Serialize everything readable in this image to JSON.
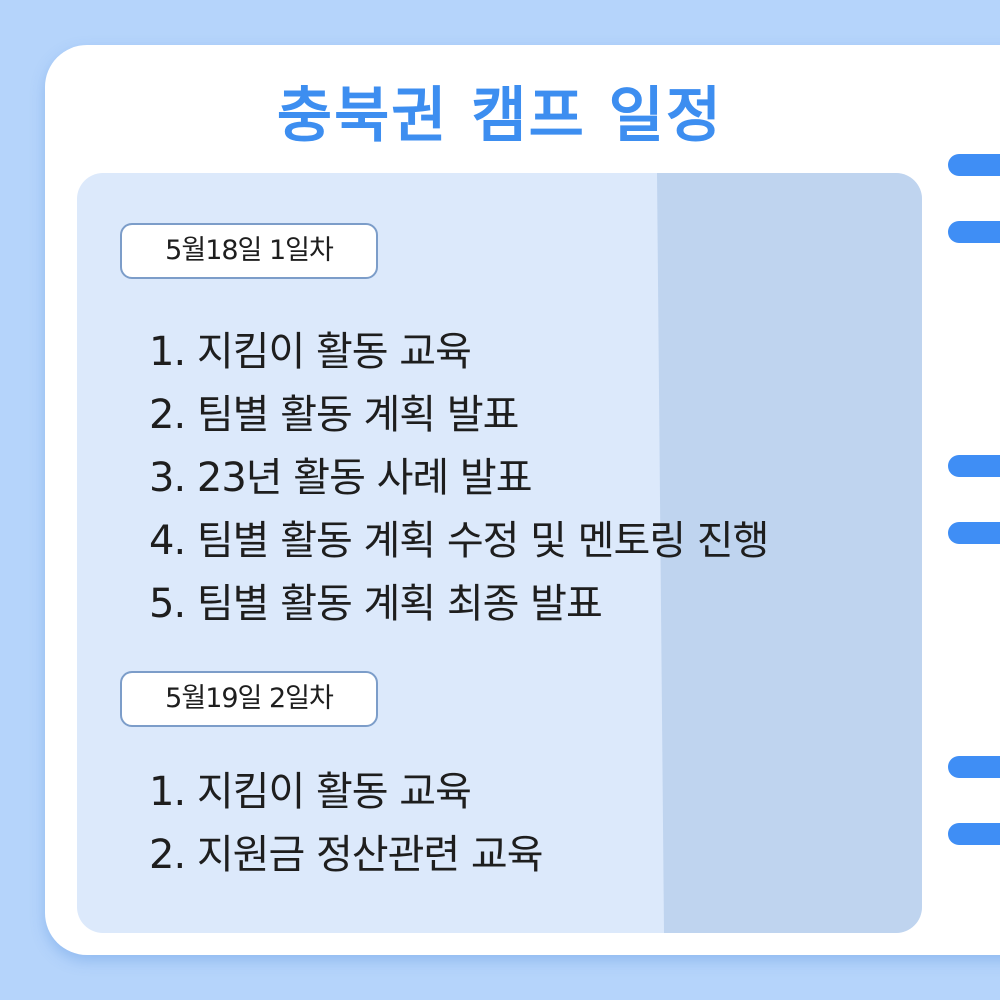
{
  "title": "충북권 캠프 일정",
  "days": [
    {
      "label": "5월18일 1일차",
      "items": [
        "1. 지킴이 활동 교육",
        "2. 팀별 활동 계획 발표",
        "3. 23년 활동 사례 발표",
        "4. 팀별 활동 계획 수정 및 멘토링 진행",
        "5. 팀별 활동 계획 최종 발표"
      ]
    },
    {
      "label": "5월19일 2일차",
      "items": [
        "1. 지킴이 활동 교육",
        "2. 지원금 정산관련 교육"
      ]
    }
  ],
  "colors": {
    "background": "#b5d4fb",
    "title": "#3d8ef0",
    "panel": "#dce9fb",
    "panel_shade": "#bfd4ef",
    "tag_border": "#7c9dc9",
    "pill": "#3f8ef5"
  }
}
